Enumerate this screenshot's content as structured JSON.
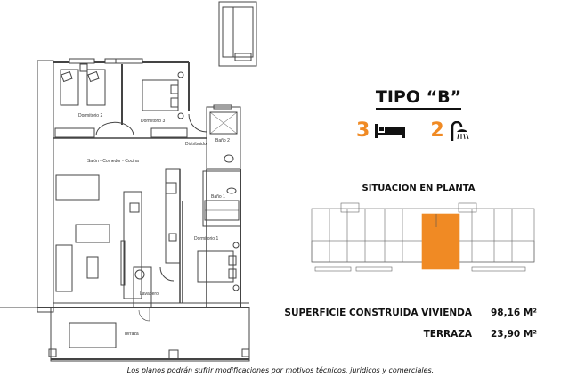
{
  "rooms": {
    "dormitorio2": "Dormitorio 2",
    "dormitorio3": "Dormitorio 3",
    "distribuidor": "Distribuidor",
    "bano2": "Baño 2",
    "salon": "Salón - Comedor - Cocina",
    "bano1": "Baño 1",
    "dormitorio1": "Dormitorio 1",
    "lavadero": "Lavadero",
    "terraza": "Terraza"
  },
  "info": {
    "tipo": "TIPO “B”",
    "bedrooms": "3",
    "bathrooms": "2",
    "bed_icon": "bed-icon",
    "shower_icon": "shower-icon",
    "situacion": "SITUACION EN PLANTA",
    "superficie_label": "SUPERFICIE CONSTRUIDA VIVIENDA",
    "superficie_value": "98,16 M²",
    "terraza_label": "TERRAZA",
    "terraza_value": "23,90 M²",
    "accent_color": "#f08a24"
  },
  "footer": "Los planos podrán sufrir modificaciones por motivos técnicos, jurídicos y comerciales."
}
